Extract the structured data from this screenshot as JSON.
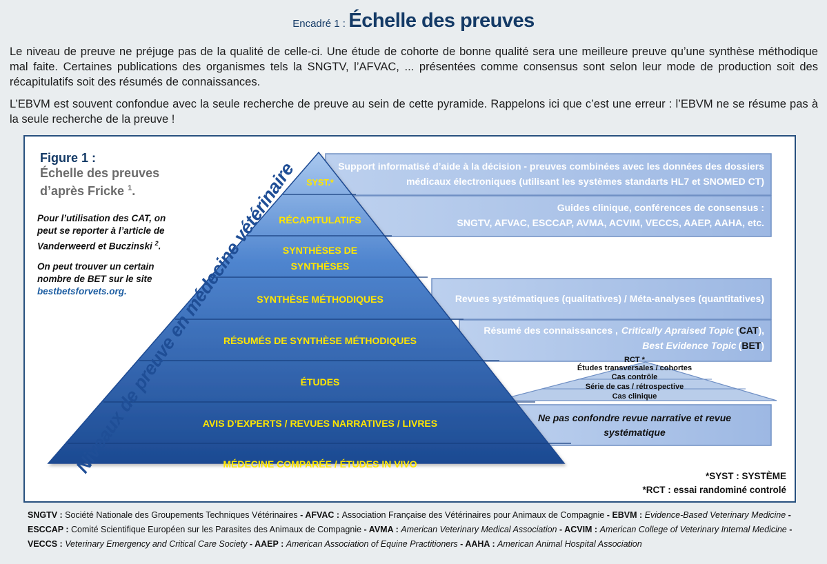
{
  "header": {
    "label": "Encadré 1 :",
    "title": "Échelle des preuves"
  },
  "intro": {
    "p1": "Le niveau de preuve ne préjuge pas de la qualité de celle-ci. Une étude de cohorte de bonne qualité sera une meilleure preuve qu’une synthèse méthodique mal faite. Certaines publications des organismes tels la SNGTV, l’AFVAC, ... présentées comme consensus sont selon leur mode de production soit des récapitulatifs soit des résumés de connaissances.",
    "p2": "L’EBVM est souvent confondue avec la seule recherche de preuve au sein de cette pyramide. Rappelons ici que c’est une erreur : l’EBVM ne se résume pas à la seule recherche de la preuve !"
  },
  "figure": {
    "label": "Figure 1 :",
    "title_line1": "Échelle des preuves",
    "title_line2": "d’après Fricke",
    "title_sup": "1",
    "note1_line1": "Pour l’utilisation des CAT, on",
    "note1_line2": "peut se reporter à l’article de",
    "note1_line3": "Vanderweerd et Buczinski",
    "note1_sup": "2",
    "note2_line1": "On peut trouver un certain",
    "note2_line2": "nombre de BET sur le site",
    "link": "bestbetsforvets.org.",
    "axis_label": "Niveaux de preuve en médecine vétérinaire",
    "levels": [
      "SYST.*",
      "RÉCAPITULATIFS",
      "SYNTHÈSES DE",
      "SYNTHÈSES",
      "SYNTHÈSE MÉTHODIQUES",
      "RÉSUMÉS DE SYNTHÈSE MÉTHODIQUES",
      "ÉTUDES",
      "AVIS D’EXPERTS / REVUES NARRATIVES / LIVRES",
      "MÉDECINE COMPARÉE / ÉTUDES IN VIVO"
    ],
    "boxes": {
      "syst_line1": "Support informatisé d’aide à la décision - preuves combinées avec les données des dossiers",
      "syst_line2": "médicaux électroniques (utilisant les systèmes standarts HL7 et SNOMED CT)",
      "recap_line1": "Guides clinique, conférences de consensus :",
      "recap_line2": "SNGTV, AFVAC, ESCCAP, AVMA, ACVIM, VECCS, AAEP, AAHA, etc.",
      "synth": "Revues systématiques (qualitatives) / Méta-analyses (quantitatives)",
      "resume_line1_a": "Résumé des connaissances ,",
      "resume_line1_b": "Critically Apraised Topic",
      "resume_line1_c": "CAT",
      "resume_line2_a": "Best Evidence Topic",
      "resume_line2_b": "BET",
      "avis_line1": "Ne pas confondre revue narrative et revue",
      "avis_line2": "systématique"
    },
    "study_pyramid": [
      "RCT *",
      "Études transversales / cohortes",
      "Cas contrôle",
      "Série de cas / rétrospective",
      "Cas clinique"
    ],
    "footnote_syst": "*SYST :  SYSTÈME",
    "footnote_rct": "*RCT : essai randominé controlé"
  },
  "abbreviations": [
    {
      "abbr": "SNGTV",
      "sep": " : ",
      "text": "Société Nationale des Groupements Techniques Vétérinaires",
      "italic": false
    },
    {
      "abbr": "AFVAC",
      "sep": " : ",
      "text": "Association Française des Vétérinaires pour Animaux de Compagnie",
      "italic": false
    },
    {
      "abbr": "EBVM",
      "sep": " : ",
      "text": "Evidence-Based Veterinary Medicine",
      "italic": true
    },
    {
      "abbr": "ESCCAP",
      "sep": " : ",
      "text": "Comité Scientifique Européen sur les Parasites des Animaux de Compagnie",
      "italic": false
    },
    {
      "abbr": "AVMA",
      "sep": " : ",
      "text": "American Veterinary Medical Association",
      "italic": true
    },
    {
      "abbr": "ACVIM",
      "sep": " : ",
      "text": "American College of Veterinary Internal Medicine",
      "italic": true
    },
    {
      "abbr": "VECCS",
      "sep": " : ",
      "text": "Veterinary Emergency and Critical Care Society",
      "italic": true
    },
    {
      "abbr": "AAEP",
      "sep": " : ",
      "text": "American Association of Equine Practitioners",
      "italic": true
    },
    {
      "abbr": "AAHA",
      "sep": " : ",
      "text": "American Animal Hospital Association",
      "italic": true
    }
  ],
  "colors": {
    "title": "#143a66",
    "pyramid_top": "#9fc0e8",
    "pyramid_bottom": "#1f4e96",
    "level_text": "#ffe600",
    "box_fill": "#a9c1e6",
    "box_border": "#6f8fc4",
    "box_text": "#ffffff",
    "frame": "#27507e"
  }
}
